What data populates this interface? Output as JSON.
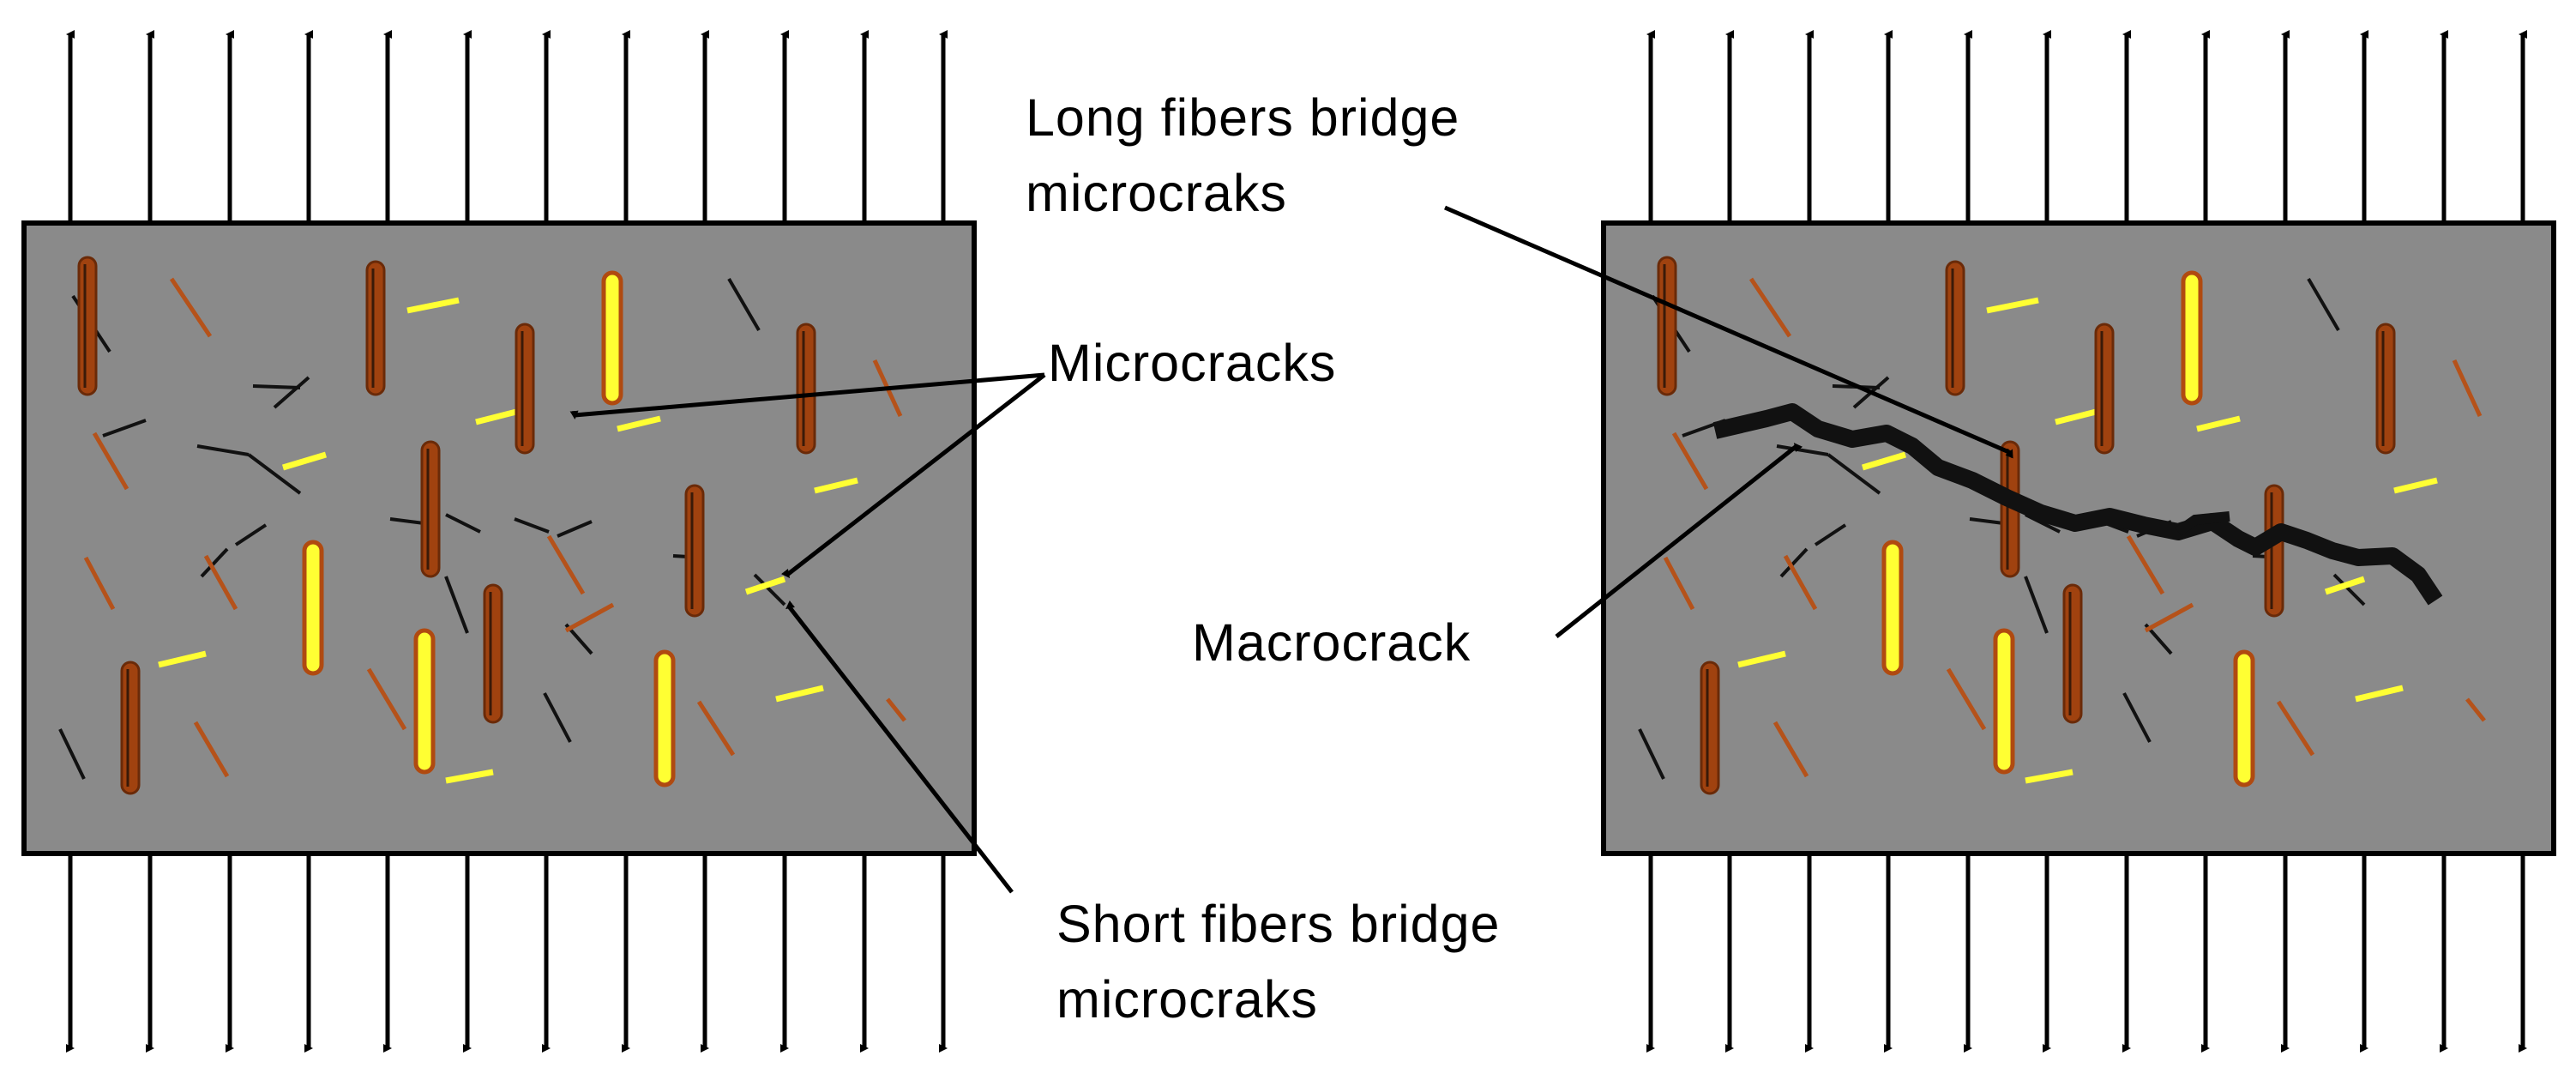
{
  "labels": {
    "long_fibers_line1": "Long fibers bridge",
    "long_fibers_line2": "microcraks",
    "microcracks": "Microcracks",
    "macrocrack": "Macrocrack",
    "short_fibers_line1": "Short fibers bridge",
    "short_fibers_line2": "microcraks"
  },
  "colors": {
    "matrix": "#8a8a8a",
    "long_fiber": "#a0420f",
    "short_fiber": "#b5521a",
    "yellow_fiber": "#ffff33",
    "crack": "#111111",
    "arrow": "#000000"
  }
}
